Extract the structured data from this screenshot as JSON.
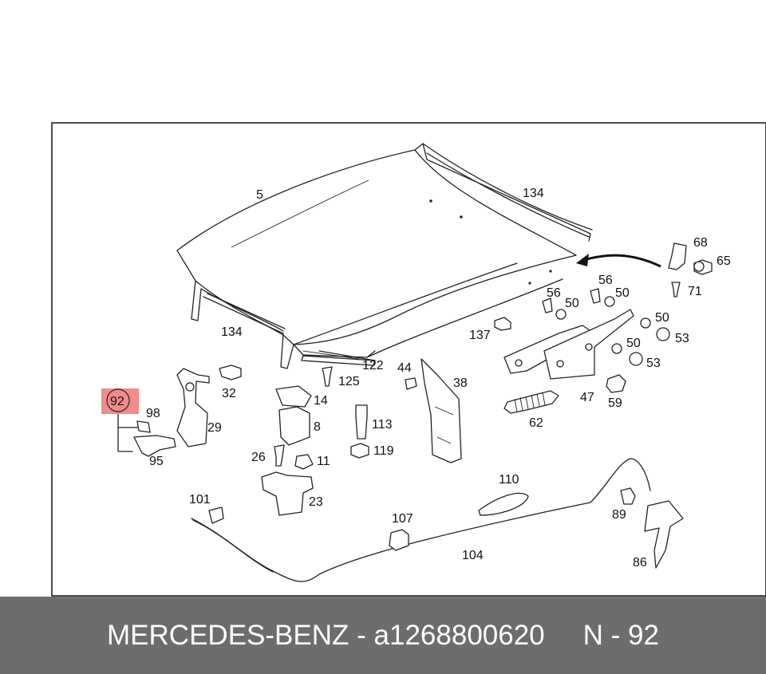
{
  "footer": {
    "brand": "MERCEDES-BENZ",
    "separator": "-",
    "part_number": "a1268800620",
    "position_label": "N - 92"
  },
  "diagram": {
    "highlight_color": "#f28b8b",
    "highlighted_callout": "92",
    "callouts": {
      "c5": "5",
      "c134a": "134",
      "c134b": "134",
      "c68": "68",
      "c65": "65",
      "c71": "71",
      "c56a": "56",
      "c56b": "56",
      "c50a": "50",
      "c50b": "50",
      "c50c": "50",
      "c50d": "50",
      "c53a": "53",
      "c53b": "53",
      "c137": "137",
      "c122": "122",
      "c125": "125",
      "c44": "44",
      "c38": "38",
      "c47": "47",
      "c59": "59",
      "c62": "62",
      "c32": "32",
      "c14": "14",
      "c8": "8",
      "c113": "113",
      "c119": "119",
      "c26": "26",
      "c11": "11",
      "c23": "23",
      "c92": "92",
      "c98": "98",
      "c95": "95",
      "c29": "29",
      "c101": "101",
      "c107": "107",
      "c104": "104",
      "c110": "110",
      "c89": "89",
      "c86": "86"
    }
  }
}
